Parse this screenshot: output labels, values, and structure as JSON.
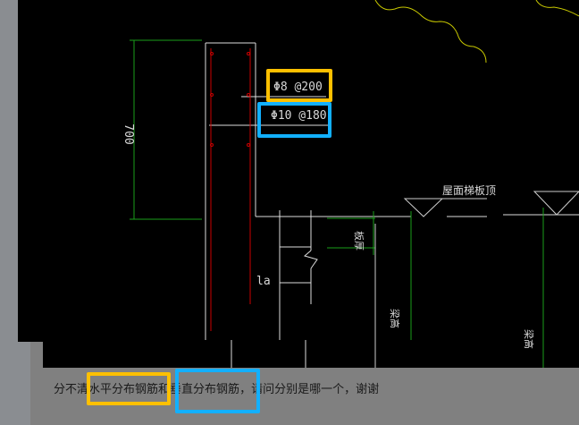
{
  "drawing": {
    "dimension": "700",
    "rebar_horizontal": "Φ8 @200",
    "rebar_vertical": "Φ10 @180",
    "roof_label": "屋面梯板顶",
    "slab_label": "板厚",
    "beam_label_1": "梁高",
    "beam_label_2": "梁高",
    "anchor_label": "la"
  },
  "post": {
    "prefix": "分不清",
    "horizontal": "水平分布钢筋",
    "connector": "和",
    "vertical": "垂直分布钢筋",
    "suffix": "，请问分别是哪一个，谢谢"
  },
  "highlights": {
    "yellow": "#ffc000",
    "blue": "#12b0ff"
  }
}
